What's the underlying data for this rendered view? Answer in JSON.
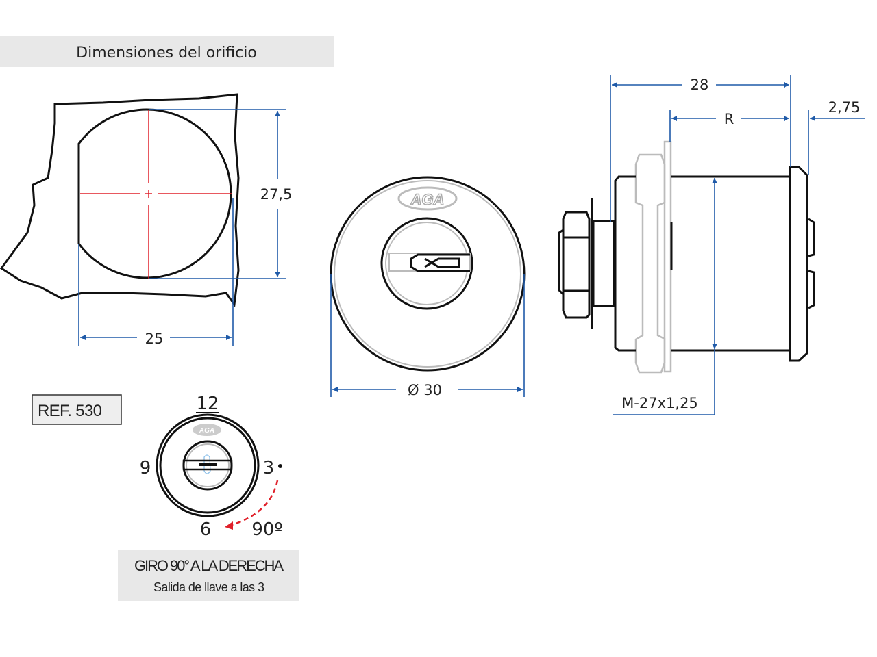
{
  "title": "Dimensiones del orificio",
  "hole": {
    "height_label": "27,5",
    "width_label": "25"
  },
  "front": {
    "diameter_label": "Ø 30",
    "logo": "AGA"
  },
  "side": {
    "length_label": "28",
    "r_label": "R",
    "flange_label": "2,75",
    "thread_label": "M-27x1,25"
  },
  "reference": "REF. 530",
  "dial": {
    "top": "12",
    "left": "9",
    "right": "3",
    "bottom": "6",
    "angle": "90º",
    "logo": "AGA"
  },
  "note": {
    "line1": "GIRO 90° A LA DERECHA",
    "line2": "Salida de llave a las 3"
  },
  "colors": {
    "dimension": "#1f5aa8",
    "centerline": "#e0202a",
    "banner": "#e8e8e8"
  }
}
